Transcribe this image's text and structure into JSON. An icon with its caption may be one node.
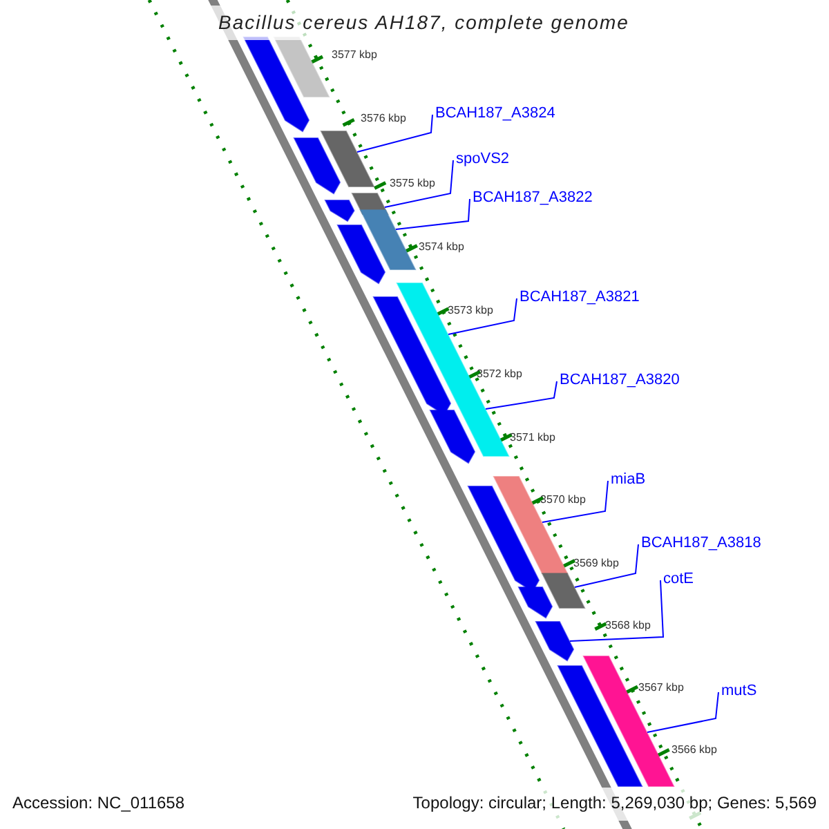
{
  "diagram": {
    "title": "Bacillus cereus AH187, complete genome",
    "nodes": [
      {
        "text": [
          "BCAH187_A3824"
        ]
      },
      {
        "text": [
          "spoVS2"
        ]
      },
      {
        "text": [
          "BCAH187_A3822"
        ]
      },
      {
        "text": [
          "BCAH187_A3821"
        ]
      },
      {
        "text": [
          "BCAH187_A3820"
        ]
      },
      {
        "text": [
          "miaB"
        ]
      },
      {
        "text": [
          "BCAH187_A3818"
        ]
      },
      {
        "text": [
          "cotE"
        ]
      },
      {
        "text": [
          "mutS"
        ]
      },
      {
        "text": [],
        "shape": "bar"
      },
      {
        "text": [],
        "shape": "bar"
      },
      {
        "text": [],
        "shape": "bar"
      },
      {
        "text": [],
        "shape": "bar"
      },
      {
        "text": [],
        "shape": "bar"
      },
      {
        "text": [],
        "shape": "bar"
      },
      {
        "text": [],
        "shape": "bar"
      },
      {
        "text": [],
        "shape": "bar"
      },
      {
        "text": [],
        "shape": "bar"
      },
      {
        "text": [],
        "shape": "bar"
      },
      {
        "text": [],
        "shape": "bar"
      },
      {
        "text": [],
        "shape": "bar"
      },
      {
        "text": [],
        "shape": "bar"
      },
      {
        "text": [],
        "shape": "bar"
      },
      {
        "text": [],
        "shape": "bar"
      },
      {
        "text": [],
        "shape": "bar"
      },
      {
        "text": [],
        "shape": "bar"
      },
      {
        "text": [],
        "shape": "bar"
      }
    ],
    "edges": [
      {
        "from": 0,
        "to": 10,
        "arrow": "none"
      },
      {
        "from": 1,
        "to": 11,
        "arrow": "none"
      },
      {
        "from": 2,
        "to": 12,
        "arrow": "none"
      },
      {
        "from": 3,
        "to": 13,
        "arrow": "none"
      },
      {
        "from": 4,
        "to": 13,
        "arrow": "none"
      },
      {
        "from": 5,
        "to": 14,
        "arrow": "none"
      },
      {
        "from": 6,
        "to": 15,
        "arrow": "none"
      },
      {
        "from": 7,
        "to": 25,
        "arrow": "none"
      },
      {
        "from": 8,
        "to": 16,
        "arrow": "none"
      }
    ],
    "labels": [
      "3577 kbp",
      "3576 kbp",
      "3575 kbp",
      "3574 kbp",
      "3573 kbp",
      "3572 kbp",
      "3571 kbp",
      "3570 kbp",
      "3569 kbp",
      "3568 kbp",
      "3567 kbp",
      "3566 kbp",
      "Accession: NC_011658",
      "Topology: circular; Length: 5,269,030 bp; Genes: 5,569"
    ]
  }
}
